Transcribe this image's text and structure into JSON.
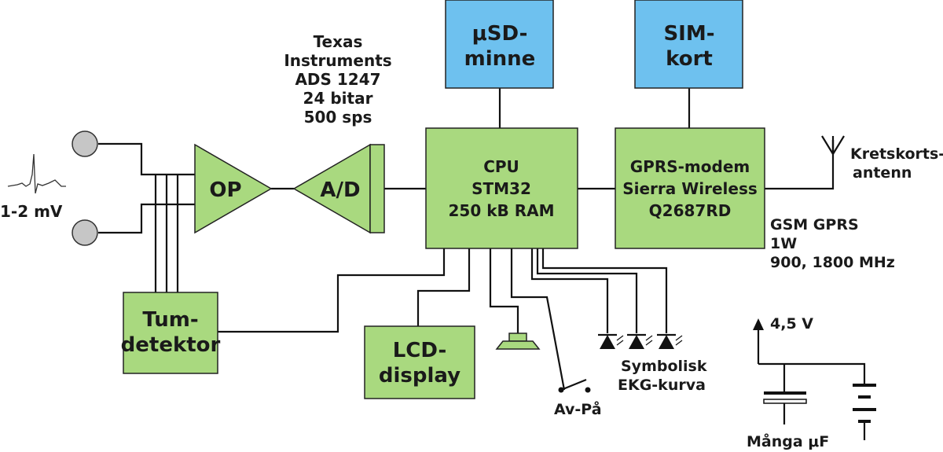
{
  "blocks": {
    "op": "OP",
    "ad": "A/D",
    "cpu": [
      "CPU",
      "STM32",
      "250 kB RAM"
    ],
    "gprs": [
      "GPRS-modem",
      "Sierra Wireless",
      "Q2687RD"
    ],
    "usd": [
      "μSD-",
      "minne"
    ],
    "sim": [
      "SIM-",
      "kort"
    ],
    "tum": [
      "Tum-",
      "detektor"
    ],
    "lcd": [
      "LCD-",
      "display"
    ]
  },
  "labels": {
    "adc_desc": [
      "Texas",
      "Instruments",
      "ADS 1247",
      "24 bitar",
      "500 sps"
    ],
    "signal": "1-2 mV",
    "antenna": [
      "Kretskorts-",
      "antenn"
    ],
    "gsm": [
      "GSM GPRS",
      "1W",
      "900, 1800 MHz"
    ],
    "switch": "Av-På",
    "leds": [
      "Symbolisk",
      "EKG-kurva"
    ],
    "voltage": "4,5 V",
    "capacitor": "Många μF"
  },
  "colors": {
    "block_green": "#a9d97f",
    "block_blue": "#6ec1ef"
  }
}
